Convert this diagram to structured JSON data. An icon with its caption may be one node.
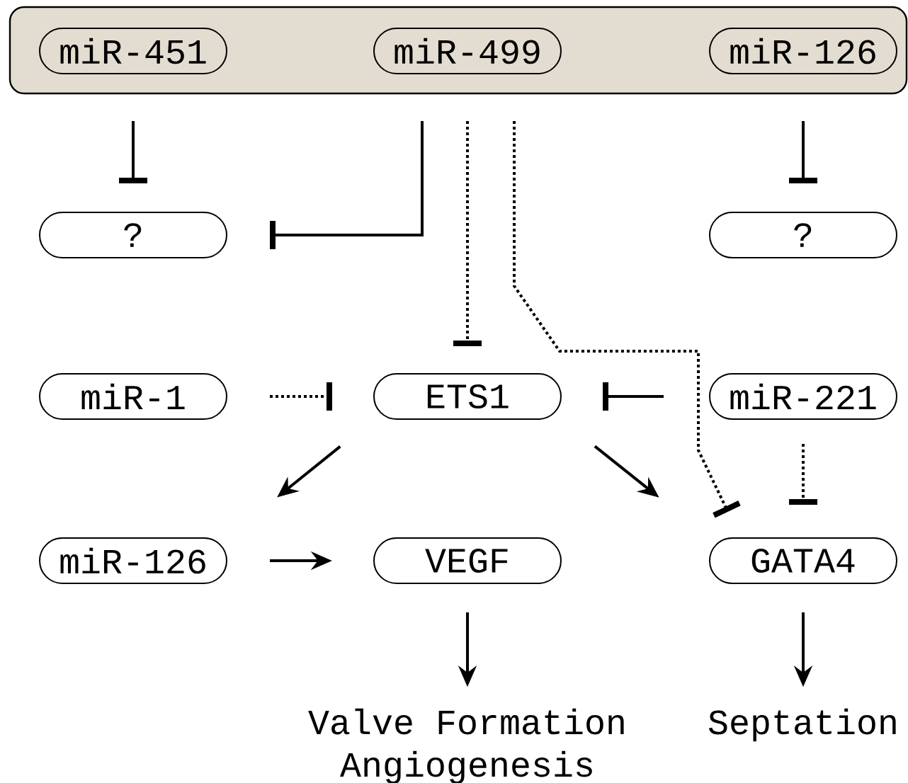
{
  "diagram": {
    "nodes": [
      {
        "text": [],
        "shape": "box"
      },
      {
        "text": [
          "miR-451"
        ],
        "in": 0
      },
      {
        "text": [
          "miR-499"
        ],
        "in": 0
      },
      {
        "text": [
          "miR-126"
        ],
        "in": 0
      },
      {
        "text": [
          "?"
        ]
      },
      {
        "text": [
          "?"
        ]
      },
      {
        "text": [
          "miR-1"
        ]
      },
      {
        "text": [
          "ETS1"
        ]
      },
      {
        "text": [
          "miR-221"
        ]
      },
      {
        "text": [
          "miR-126"
        ]
      },
      {
        "text": [
          "VEGF"
        ]
      },
      {
        "text": [
          "GATA4"
        ]
      },
      {
        "text": [
          "Valve Formation",
          "Angiogenesis"
        ]
      },
      {
        "text": [
          "Septation"
        ]
      }
    ],
    "edges": [
      {
        "from": 1,
        "to": 4,
        "arrow": "other"
      },
      {
        "from": 2,
        "to": 4,
        "arrow": "other"
      },
      {
        "from": 2,
        "to": 7,
        "arrow": "other",
        "style": "dashed"
      },
      {
        "from": 2,
        "to": 11,
        "arrow": "other",
        "style": "dashed"
      },
      {
        "from": 3,
        "to": 5,
        "arrow": "other"
      },
      {
        "from": 6,
        "to": 7,
        "arrow": "other",
        "style": "dashed"
      },
      {
        "from": 8,
        "to": 7,
        "arrow": "other"
      },
      {
        "from": 8,
        "to": 11,
        "arrow": "other",
        "style": "dashed"
      },
      {
        "from": 7,
        "to": 9,
        "arrow": "to"
      },
      {
        "from": 7,
        "to": 11,
        "arrow": "to"
      },
      {
        "from": 9,
        "to": 10,
        "arrow": "to"
      },
      {
        "from": 10,
        "to": 12,
        "arrow": "to"
      },
      {
        "from": 11,
        "to": 13,
        "arrow": "to"
      }
    ]
  }
}
